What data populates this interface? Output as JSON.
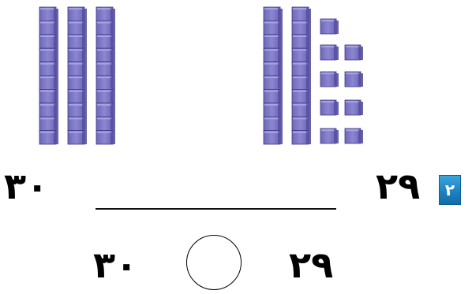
{
  "question": {
    "number": "٢"
  },
  "top_row": {
    "left_number": "٣٠",
    "right_number": "٢٩"
  },
  "bottom_row": {
    "left_number": "٣٠",
    "right_number": "٢٩"
  },
  "blocks": {
    "left_group": {
      "tens_rods": 3,
      "ones_cubes": 0
    },
    "right_group": {
      "tens_rods": 2,
      "ones_cubes": 9
    },
    "colors": {
      "cube_face": "#7e78c6",
      "cube_top": "#aaa6e3",
      "cube_side": "#4d489b",
      "cube_edge": "#3f3a85",
      "badge": "#1a7fc0"
    }
  }
}
